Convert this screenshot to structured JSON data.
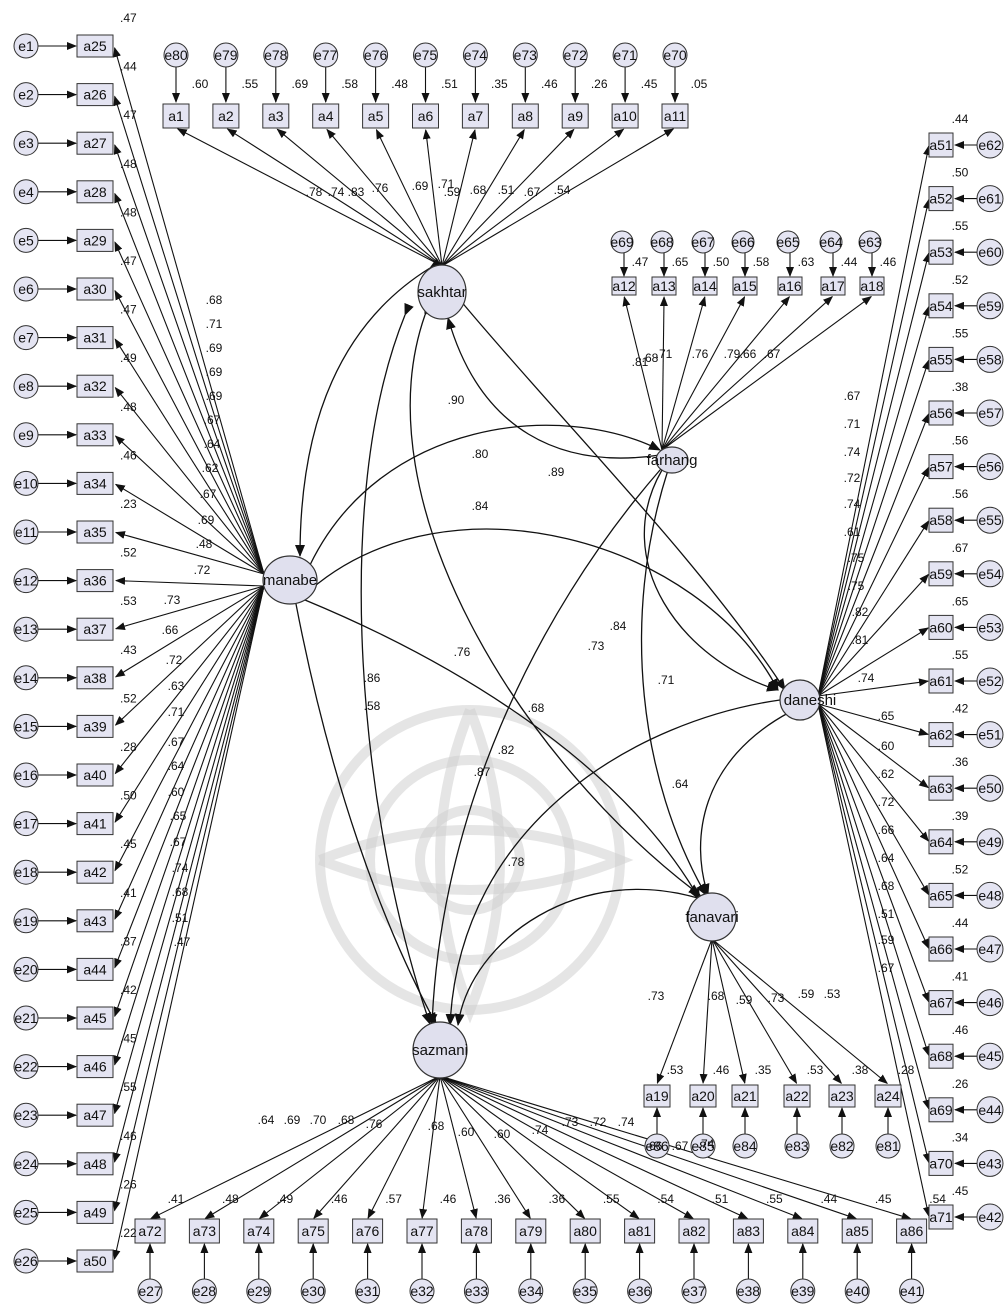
{
  "latents": {
    "manabe": "manabe",
    "sakhtar": "sakhtar",
    "farhang": "farhang",
    "daneshi": "daneshi",
    "fanavari": "fanavari",
    "sazmani": "sazmani"
  },
  "left_column": {
    "items": [
      "a25",
      "a26",
      "a27",
      "a28",
      "a29",
      "a30",
      "a31",
      "a32",
      "a33",
      "a34",
      "a35",
      "a36",
      "a37",
      "a38",
      "a39",
      "a40",
      "a41",
      "a42",
      "a43",
      "a44",
      "a45",
      "a46",
      "a47",
      "a48",
      "a49",
      "a50"
    ],
    "errors": [
      "e1",
      "e2",
      "e3",
      "e4",
      "e5",
      "e6",
      "e7",
      "e8",
      "e9",
      "e10",
      "e11",
      "e12",
      "e13",
      "e14",
      "e15",
      "e16",
      "e17",
      "e18",
      "e19",
      "e20",
      "e21",
      "e22",
      "e23",
      "e24",
      "e25",
      "e26"
    ],
    "r2": [
      ".47",
      ".44",
      ".47",
      ".48",
      ".48",
      ".47",
      ".47",
      ".49",
      ".48",
      ".46",
      ".23",
      ".52",
      ".53",
      ".43",
      ".52",
      ".28",
      ".50",
      ".45",
      ".41",
      ".37",
      ".42",
      ".45",
      ".55",
      ".46",
      ".26",
      ".22"
    ],
    "loadings": [
      ".68",
      ".71",
      ".69",
      ".69",
      ".69",
      ".67",
      ".64",
      ".62",
      ".67",
      ".69",
      ".48",
      ".72",
      ".73",
      ".66",
      ".72",
      ".63",
      ".71",
      ".67",
      ".64",
      ".60",
      ".65",
      ".67",
      ".74",
      ".68",
      ".51",
      ".47"
    ]
  },
  "top_row": {
    "items": [
      "a1",
      "a2",
      "a3",
      "a4",
      "a5",
      "a6",
      "a7",
      "a8",
      "a9",
      "a10",
      "a11"
    ],
    "errors": [
      "e80",
      "e79",
      "e78",
      "e77",
      "e76",
      "e75",
      "e74",
      "e73",
      "e72",
      "e71",
      "e70"
    ],
    "r2": [
      ".60",
      ".55",
      ".69",
      ".58",
      ".48",
      ".51",
      ".35",
      ".46",
      ".26",
      ".45",
      ".05"
    ],
    "loadings": [
      ".78",
      ".74",
      ".83",
      ".76",
      ".69",
      ".71",
      ".59",
      ".68",
      ".51",
      ".67",
      ".54"
    ]
  },
  "farhang_row": {
    "items": [
      "a12",
      "a13",
      "a14",
      "a15",
      "a16",
      "a17",
      "a18"
    ],
    "errors": [
      "e69",
      "e68",
      "e67",
      "e66",
      "e65",
      "e64",
      "e63"
    ],
    "r2": [
      ".47",
      ".65",
      ".50",
      ".58",
      ".63",
      ".44",
      ".46"
    ],
    "loadings": [
      ".81",
      ".68",
      ".71",
      ".76",
      ".79",
      ".66",
      ".67"
    ]
  },
  "right_column": {
    "items": [
      "a51",
      "a52",
      "a53",
      "a54",
      "a55",
      "a56",
      "a57",
      "a58",
      "a59",
      "a60",
      "a61",
      "a62",
      "a63",
      "a64",
      "a65",
      "a66",
      "a67",
      "a68",
      "a69",
      "a70",
      "a71"
    ],
    "errors": [
      "e62",
      "e61",
      "e60",
      "e59",
      "e58",
      "e57",
      "e56",
      "e55",
      "e54",
      "e53",
      "e52",
      "e51",
      "e50",
      "e49",
      "e48",
      "e47",
      "e46",
      "e45",
      "e44",
      "e43",
      "e42"
    ],
    "r2": [
      ".44",
      ".50",
      ".55",
      ".52",
      ".55",
      ".38",
      ".56",
      ".56",
      ".67",
      ".65",
      ".55",
      ".42",
      ".36",
      ".39",
      ".52",
      ".44",
      ".41",
      ".46",
      ".26",
      ".34",
      ".45"
    ],
    "loadings": [
      ".67",
      ".71",
      ".74",
      ".72",
      ".74",
      ".61",
      ".75",
      ".75",
      ".82",
      ".81",
      ".74",
      ".65",
      ".60",
      ".62",
      ".72",
      ".66",
      ".64",
      ".68",
      ".51",
      ".59",
      ".67"
    ]
  },
  "fanavari_row": {
    "items": [
      "a19",
      "a20",
      "a21",
      "a22",
      "a23",
      "a24"
    ],
    "errors": [
      "e86",
      "e85",
      "e84",
      "e83",
      "e82",
      "e81"
    ],
    "r2": [
      ".53",
      ".46",
      ".35",
      ".53",
      ".38",
      ".28"
    ],
    "loadings": [
      ".73",
      ".68",
      ".59",
      ".73",
      ".59",
      ".53"
    ]
  },
  "bottom_row": {
    "items": [
      "a72",
      "a73",
      "a74",
      "a75",
      "a76",
      "a77",
      "a78",
      "a79",
      "a80",
      "a81",
      "a82",
      "a83",
      "a84",
      "a85",
      "a86"
    ],
    "errors": [
      "e27",
      "e28",
      "e29",
      "e30",
      "e31",
      "e32",
      "e33",
      "e34",
      "e35",
      "e36",
      "e37",
      "e38",
      "e39",
      "e40",
      "e41"
    ],
    "r2": [
      ".41",
      ".48",
      ".49",
      ".46",
      ".57",
      ".46",
      ".36",
      ".36",
      ".55",
      ".54",
      ".51",
      ".55",
      ".44",
      ".45",
      ".54"
    ],
    "loadings": [
      ".64",
      ".69",
      ".70",
      ".68",
      ".76",
      ".68",
      ".60",
      ".60",
      ".74",
      ".73",
      ".72",
      ".74",
      ".66",
      ".67",
      ".74"
    ]
  },
  "covariances": [
    {
      "from": "sakhtar",
      "to": "manabe",
      "value": ".90"
    },
    {
      "from": "sakhtar",
      "to": "sazmani",
      "value": ".86"
    },
    {
      "from": "sakhtar",
      "to": "daneshi",
      "value": ".84"
    },
    {
      "from": "sakhtar",
      "to": "fanavari",
      "value": ".58"
    },
    {
      "from": "manabe",
      "to": "farhang",
      "value": ".80"
    },
    {
      "from": "manabe",
      "to": "daneshi",
      "value": ".84"
    },
    {
      "from": "manabe",
      "to": "fanavari",
      "value": ".76"
    },
    {
      "from": "farhang",
      "to": "sakhtar",
      "value": ".89"
    },
    {
      "from": "farhang",
      "to": "daneshi",
      "value": ".73"
    },
    {
      "from": "farhang",
      "to": "sazmani",
      "value": ".68"
    },
    {
      "from": "farhang",
      "to": "fanavari",
      "value": ".64"
    },
    {
      "from": "daneshi",
      "to": "sazmani",
      "value": ".82"
    },
    {
      "from": "daneshi",
      "to": "fanavari",
      "value": ".71"
    },
    {
      "from": "manabe",
      "to": "sazmani",
      "value": ".87"
    },
    {
      "from": "fanavari",
      "to": "sazmani",
      "value": ".78"
    }
  ]
}
